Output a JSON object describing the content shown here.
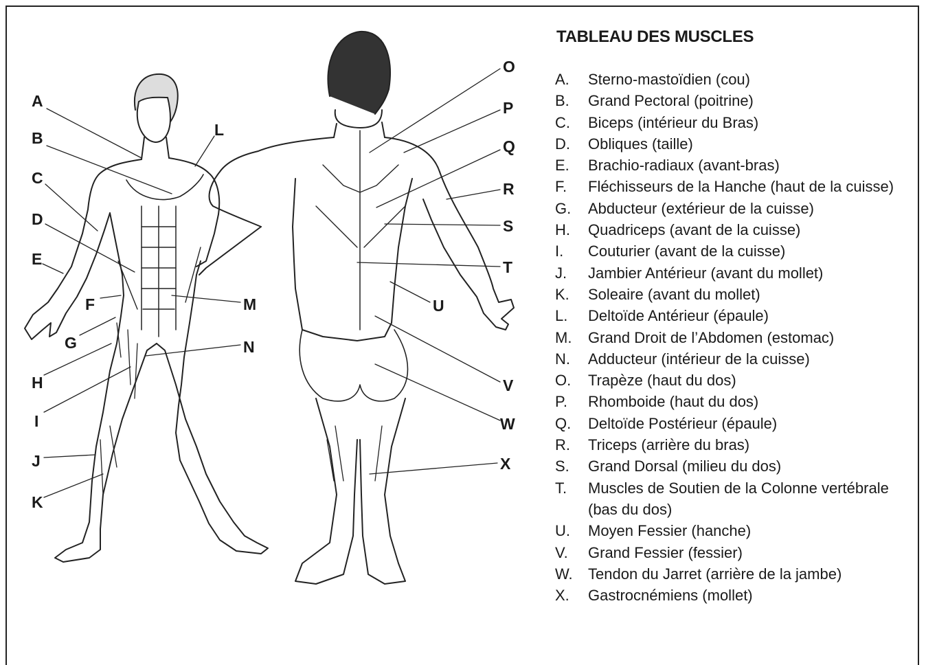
{
  "legend": {
    "title": "TABLEAU DES MUSCLES",
    "items": [
      {
        "letter": "A.",
        "text": "Sterno-mastoïdien (cou)"
      },
      {
        "letter": "B.",
        "text": "Grand Pectoral (poitrine)"
      },
      {
        "letter": "C.",
        "text": "Biceps (intérieur du Bras)"
      },
      {
        "letter": "D.",
        "text": "Obliques (taille)"
      },
      {
        "letter": "E.",
        "text": "Brachio-radiaux (avant-bras)"
      },
      {
        "letter": "F.",
        "text": "Fléchisseurs de la Hanche (haut de la cuisse)"
      },
      {
        "letter": "G.",
        "text": "Abducteur (extérieur de la cuisse)"
      },
      {
        "letter": "H.",
        "text": "Quadriceps (avant de la cuisse)"
      },
      {
        "letter": "I.",
        "text": "Couturier (avant de la cuisse)"
      },
      {
        "letter": "J.",
        "text": "Jambier Antérieur (avant du mollet)"
      },
      {
        "letter": "K.",
        "text": "Soleaire (avant du mollet)"
      },
      {
        "letter": "L.",
        "text": "Deltoïde Antérieur (épaule)"
      },
      {
        "letter": "M.",
        "text": "Grand Droit de l’Abdomen (estomac)"
      },
      {
        "letter": "N.",
        "text": "Adducteur (intérieur de la cuisse)"
      },
      {
        "letter": "O.",
        "text": "Trapèze (haut du dos)"
      },
      {
        "letter": "P.",
        "text": "Rhomboide (haut du dos)"
      },
      {
        "letter": "Q.",
        "text": "Deltoïde Postérieur (épaule)"
      },
      {
        "letter": "R.",
        "text": "Triceps (arrière du bras)"
      },
      {
        "letter": "S.",
        "text": "Grand Dorsal (milieu du dos)"
      },
      {
        "letter": "T.",
        "text": "Muscles de Soutien de la Colonne vertébrale (bas du dos)"
      },
      {
        "letter": "U.",
        "text": "Moyen Fessier (hanche)"
      },
      {
        "letter": "V.",
        "text": "Grand Fessier (fessier)"
      },
      {
        "letter": "W.",
        "text": "Tendon du Jarret (arrière de la jambe)"
      },
      {
        "letter": "X.",
        "text": "Gastrocnémiens (mollet)"
      }
    ]
  },
  "callouts": {
    "A": "A",
    "B": "B",
    "C": "C",
    "D": "D",
    "E": "E",
    "F": "F",
    "G": "G",
    "H": "H",
    "I": "I",
    "J": "J",
    "K": "K",
    "L": "L",
    "M": "M",
    "N": "N",
    "O": "O",
    "P": "P",
    "Q": "Q",
    "R": "R",
    "S": "S",
    "T": "T",
    "U": "U",
    "V": "V",
    "W": "W",
    "X": "X"
  }
}
